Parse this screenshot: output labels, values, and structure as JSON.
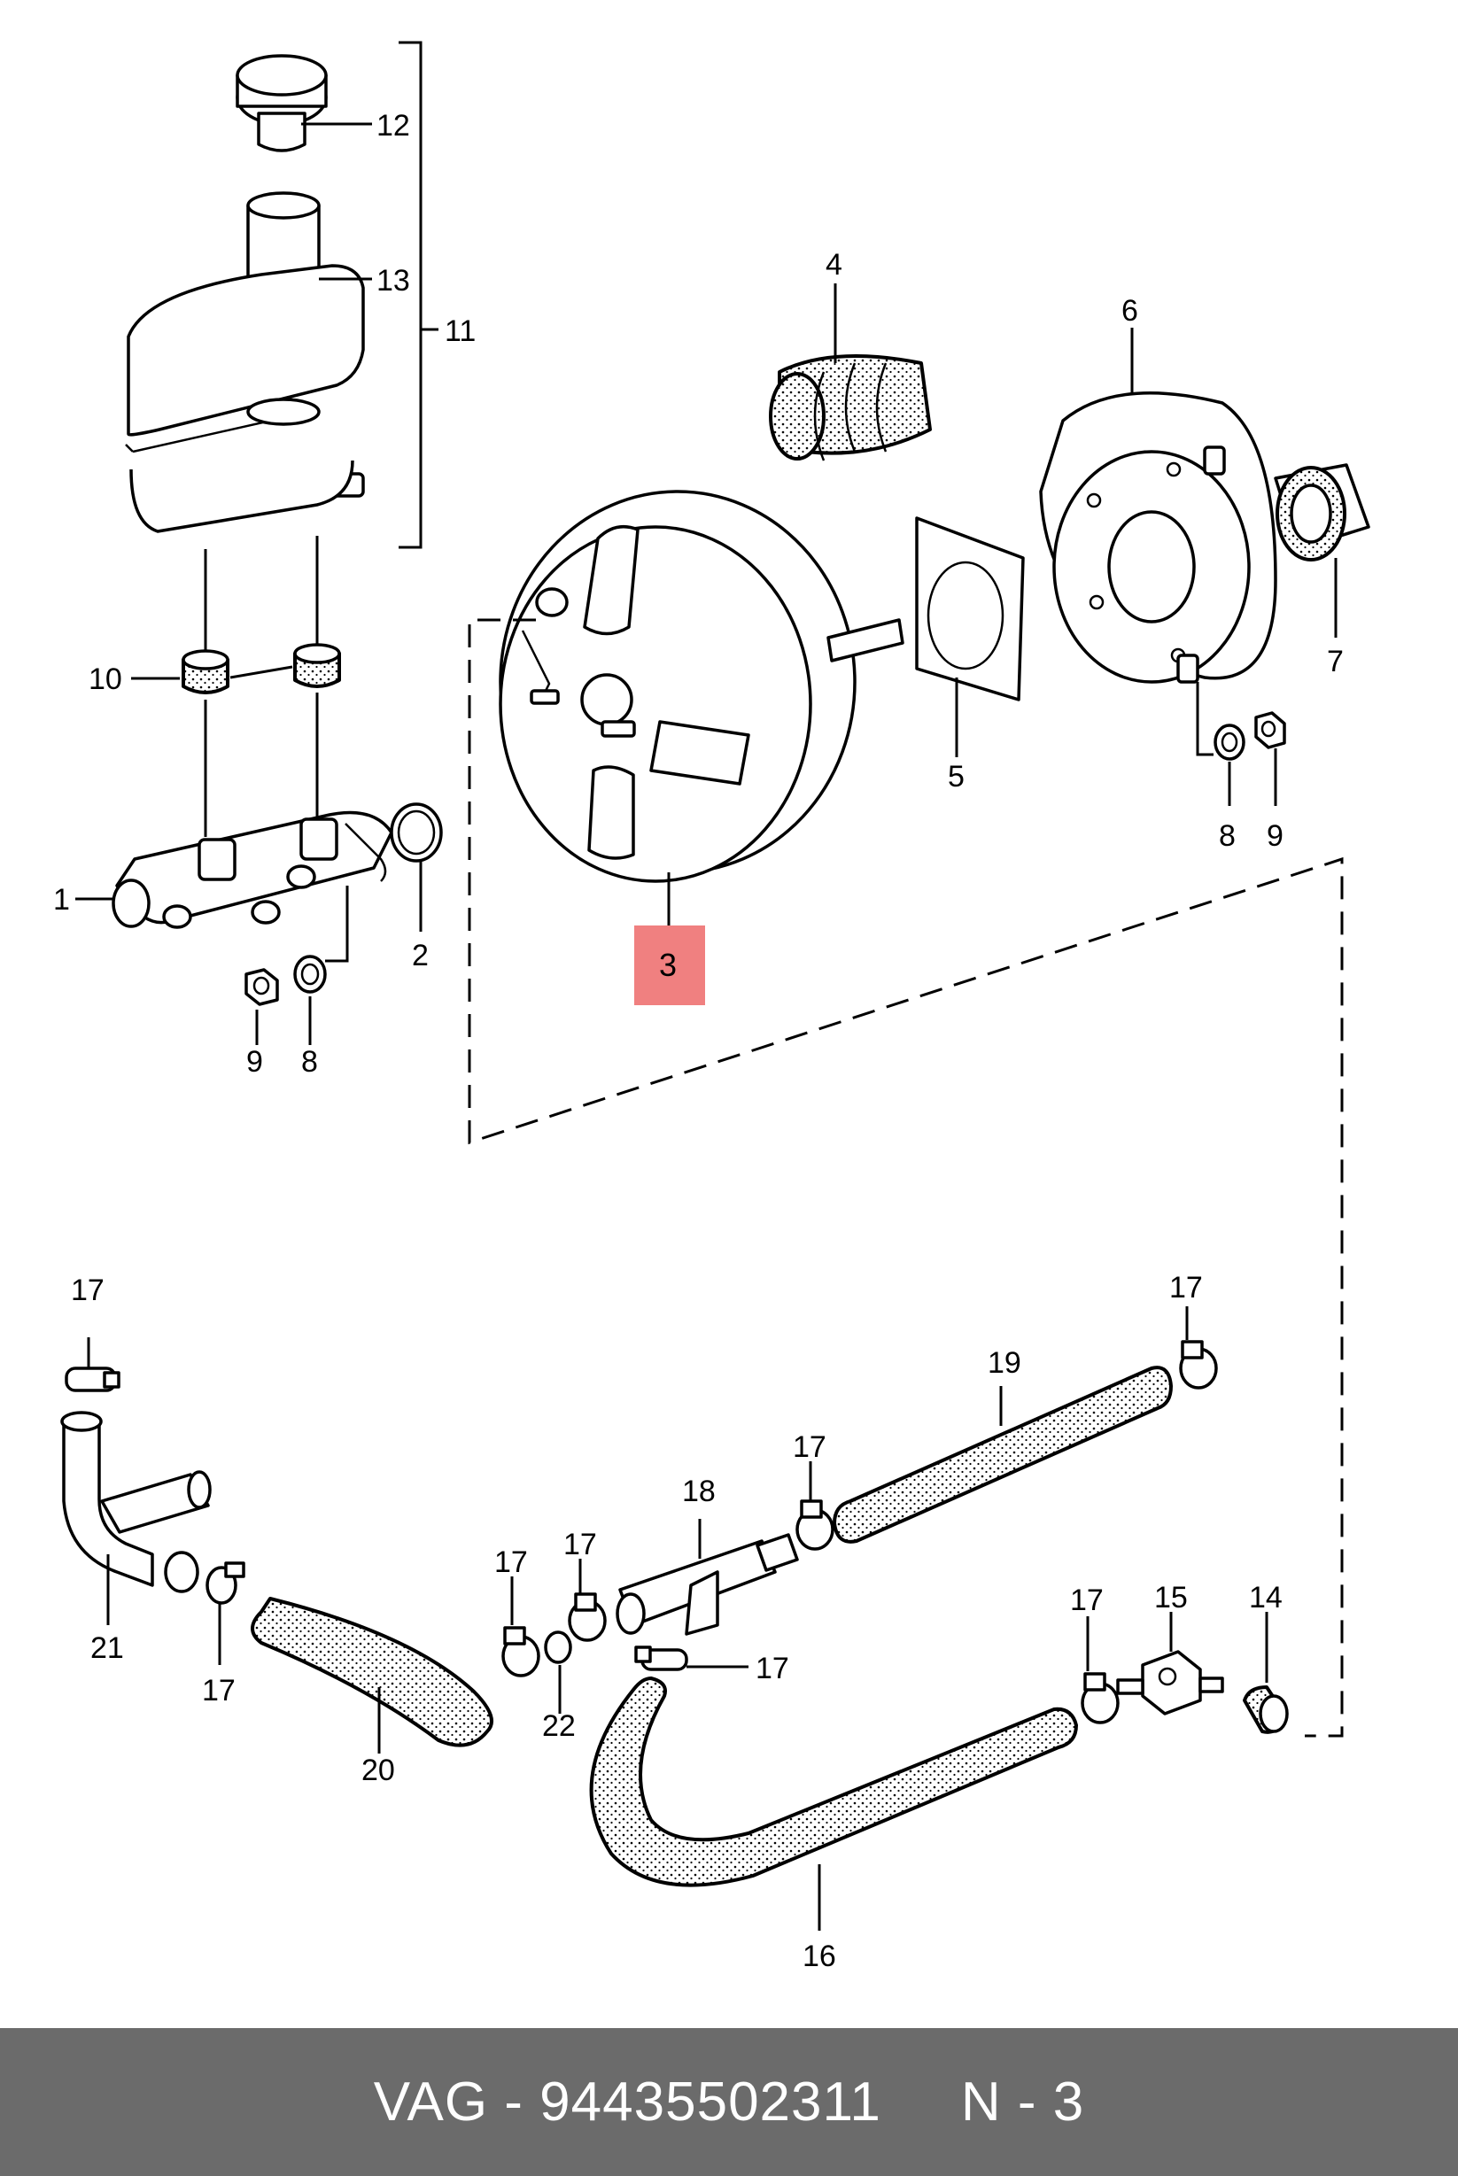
{
  "callouts": {
    "c1": "1",
    "c2": "2",
    "c3": "3",
    "c4": "4",
    "c5": "5",
    "c6": "6",
    "c7": "7",
    "c8a": "8",
    "c8b": "8",
    "c9a": "9",
    "c9b": "9",
    "c10": "10",
    "c11": "11",
    "c12": "12",
    "c13": "13",
    "c14": "14",
    "c15": "15",
    "c16": "16",
    "c17a": "17",
    "c17b": "17",
    "c17c": "17",
    "c17d": "17",
    "c17e": "17",
    "c17f": "17",
    "c17g": "17",
    "c17h": "17",
    "c18": "18",
    "c19": "19",
    "c20": "20",
    "c21": "21",
    "c22": "22"
  },
  "highlight": {
    "label": "3",
    "color": "#f08080"
  },
  "footer": {
    "brand": "VAG - 94435502311",
    "ref": "N - 3"
  },
  "colors": {
    "footer_bg": "#6b6b6b",
    "footer_text": "#ffffff"
  }
}
